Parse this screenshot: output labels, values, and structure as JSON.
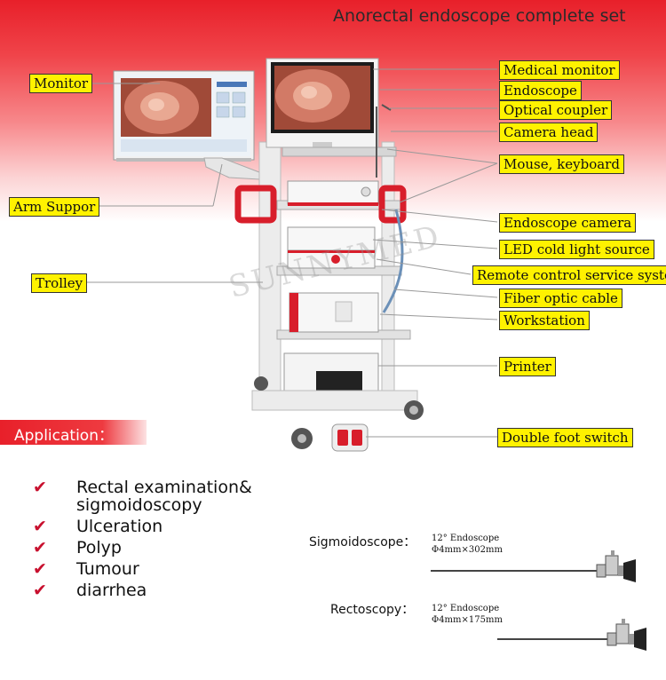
{
  "title": "Anorectal endoscope complete set",
  "watermark": "SUNNYMED",
  "labels": {
    "monitor": "Monitor",
    "arm_support": "Arm Suppor",
    "trolley": "Trolley",
    "medical_monitor": "Medical monitor",
    "endoscope": "Endoscope",
    "optical_coupler": "Optical coupler",
    "camera_head": "Camera head",
    "mouse_keyboard": "Mouse, keyboard",
    "endoscope_camera": "Endoscope camera",
    "led_light": "LED cold light source",
    "remote_control": "Remote control service system",
    "fiber_cable": "Fiber optic cable",
    "workstation": "Workstation",
    "printer": "Printer",
    "foot_switch": "Double foot switch"
  },
  "application": {
    "heading": "Application：",
    "items": [
      "Rectal examination&",
      "sigmoidoscopy",
      "Ulceration",
      "Polyp",
      "Tumour",
      "diarrhea"
    ]
  },
  "scopes": [
    {
      "name": "Sigmoidoscope：",
      "angle": "12°  Endoscope",
      "size": "Φ4mm×302mm"
    },
    {
      "name": "Rectoscopy：",
      "angle": "12°  Endoscope",
      "size": "Φ4mm×175mm"
    }
  ],
  "colors": {
    "accent": "#e8202a",
    "label_bg": "#fff200",
    "check": "#c8102e"
  }
}
